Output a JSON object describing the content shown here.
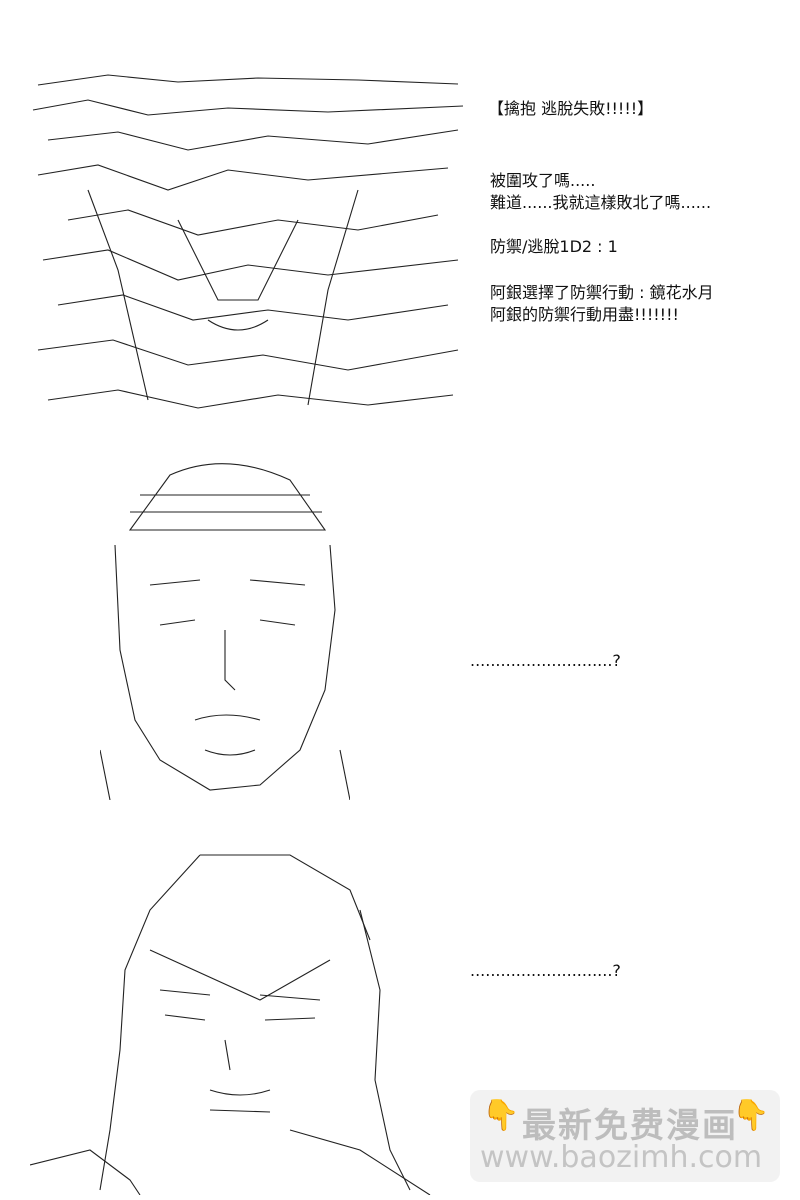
{
  "panel1": {
    "lines": [
      "【擒抱  逃脫失敗!!!!!】",
      "被圍攻了嗎.....",
      "難道......我就這樣敗北了嗎......",
      "防禦/逃脫1D2 : 1",
      "阿銀選擇了防禦行動 : 鏡花水月",
      "阿銀的防禦行動用盡!!!!!!!"
    ]
  },
  "panel2": {
    "caption": "............................?"
  },
  "panel3": {
    "caption": "............................?"
  },
  "watermark": {
    "text": "最新免费漫画",
    "url": "www.baozimh.com",
    "icon": "pointing-down-hand-icon"
  }
}
